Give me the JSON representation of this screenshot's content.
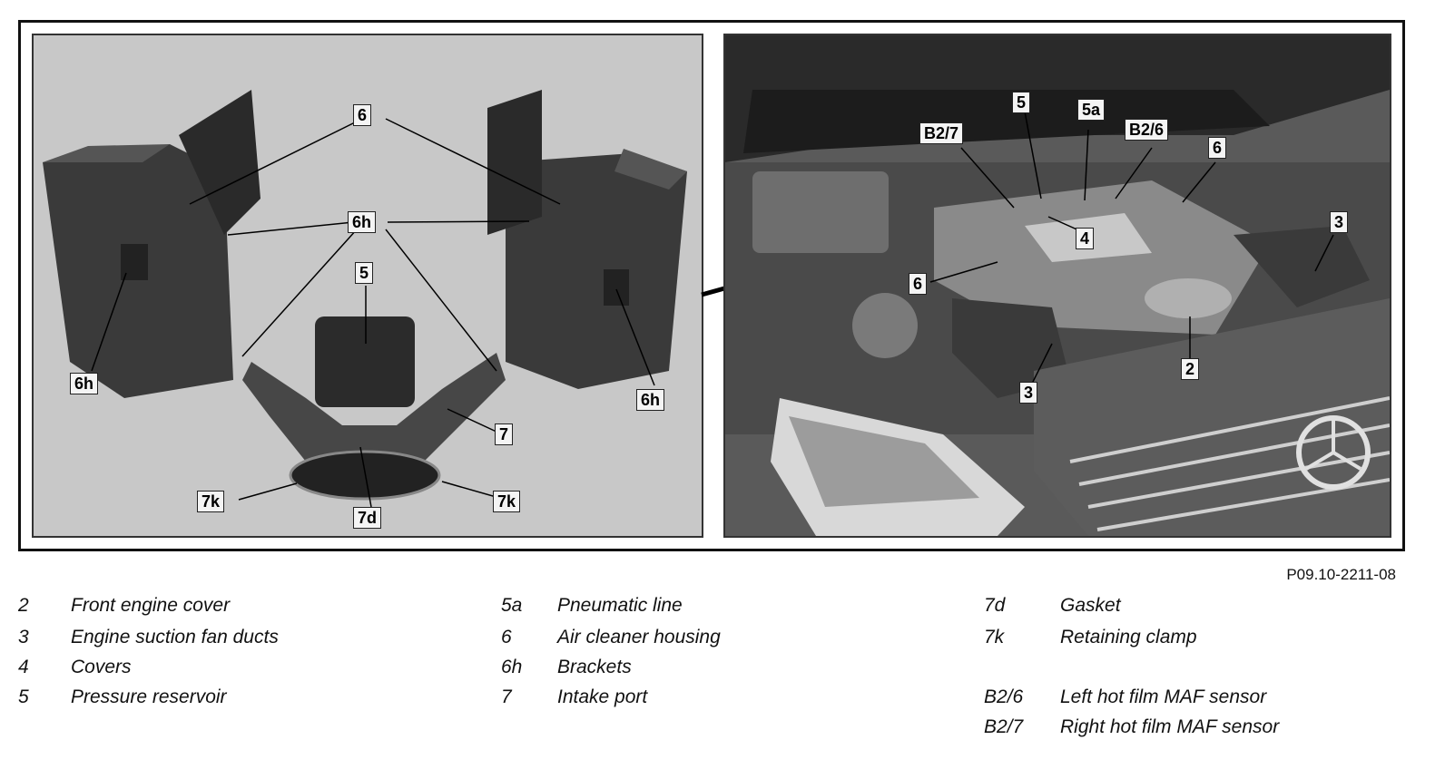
{
  "figure_id": "P09.10-2211-08",
  "left_callouts": [
    "6",
    "6h",
    "6h",
    "5",
    "6h",
    "7",
    "7k",
    "7d",
    "7k"
  ],
  "right_callouts": [
    "5",
    "5a",
    "B2/7",
    "B2/6",
    "6",
    "4",
    "3",
    "6",
    "2",
    "3"
  ],
  "legend": [
    [
      {
        "code": "2",
        "desc": "Front engine cover"
      },
      {
        "code": "3",
        "desc": "Engine suction fan ducts"
      },
      {
        "code": "4",
        "desc": "Covers"
      },
      {
        "code": "5",
        "desc": "Pressure reservoir"
      }
    ],
    [
      {
        "code": "5a",
        "desc": "Pneumatic line"
      },
      {
        "code": "6",
        "desc": "Air cleaner housing"
      },
      {
        "code": "6h",
        "desc": "Brackets"
      },
      {
        "code": "7",
        "desc": "Intake port"
      }
    ],
    [
      {
        "code": "7d",
        "desc": "Gasket"
      },
      {
        "code": "7k",
        "desc": "Retaining clamp"
      },
      {
        "code": "B2/6",
        "desc": "Left hot film MAF sensor"
      },
      {
        "code": "B2/7",
        "desc": "Right hot film MAF sensor"
      }
    ]
  ]
}
